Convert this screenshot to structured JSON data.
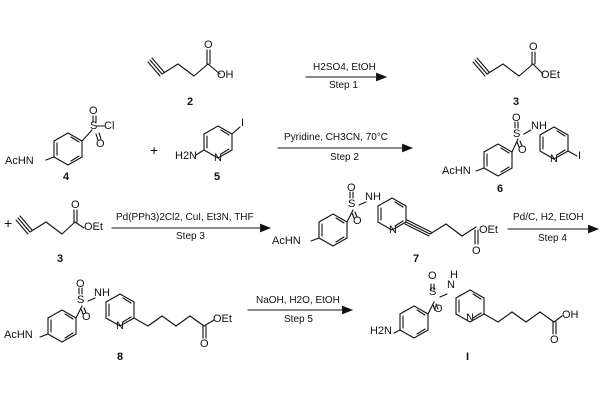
{
  "atoms": {
    "oh": "OH",
    "oet": "OEt",
    "cl": "Cl",
    "s": "S",
    "o": "O",
    "acnh": "AcHN",
    "h2n": "H2N",
    "n": "N",
    "nh": "NH",
    "h": "H",
    "i": "I"
  },
  "compounds": [
    "2",
    "3",
    "4",
    "5",
    "6",
    "3",
    "7",
    "8",
    "I"
  ],
  "plus": "+",
  "steps": [
    {
      "reagents": "H2SO4, EtOH",
      "label": "Step 1"
    },
    {
      "reagents": "Pyridine, CH3CN, 70°C",
      "label": "Step 2"
    },
    {
      "reagents": "Pd(PPh3)2Cl2, CuI, Et3N, THF",
      "label": "Step 3"
    },
    {
      "reagents": "Pd/C, H2, EtOH",
      "label": "Step 4"
    },
    {
      "reagents": "NaOH, H2O, EtOH",
      "label": "Step 5"
    }
  ],
  "colors": {
    "ink": "#111111",
    "background": "#ffffff"
  }
}
